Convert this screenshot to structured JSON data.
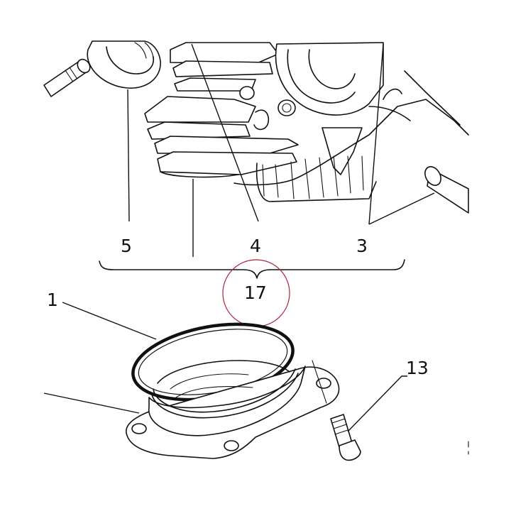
{
  "callouts": {
    "c1": "1",
    "c3": "3",
    "c4": "4",
    "c5": "5",
    "c13": "13",
    "c17": "17"
  },
  "colors": {
    "line": "#111111",
    "highlight_circle": "#b0243c",
    "background": "#ffffff"
  }
}
